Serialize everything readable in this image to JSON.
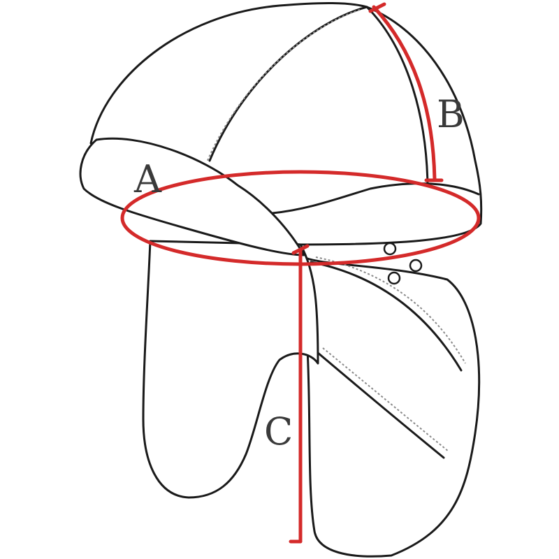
{
  "diagram": {
    "labels": {
      "a": "A",
      "b": "B",
      "c": "C"
    },
    "colors": {
      "outline": "#1a1a1a",
      "measure": "#d42a2a",
      "label": "#3a3a3a"
    }
  }
}
